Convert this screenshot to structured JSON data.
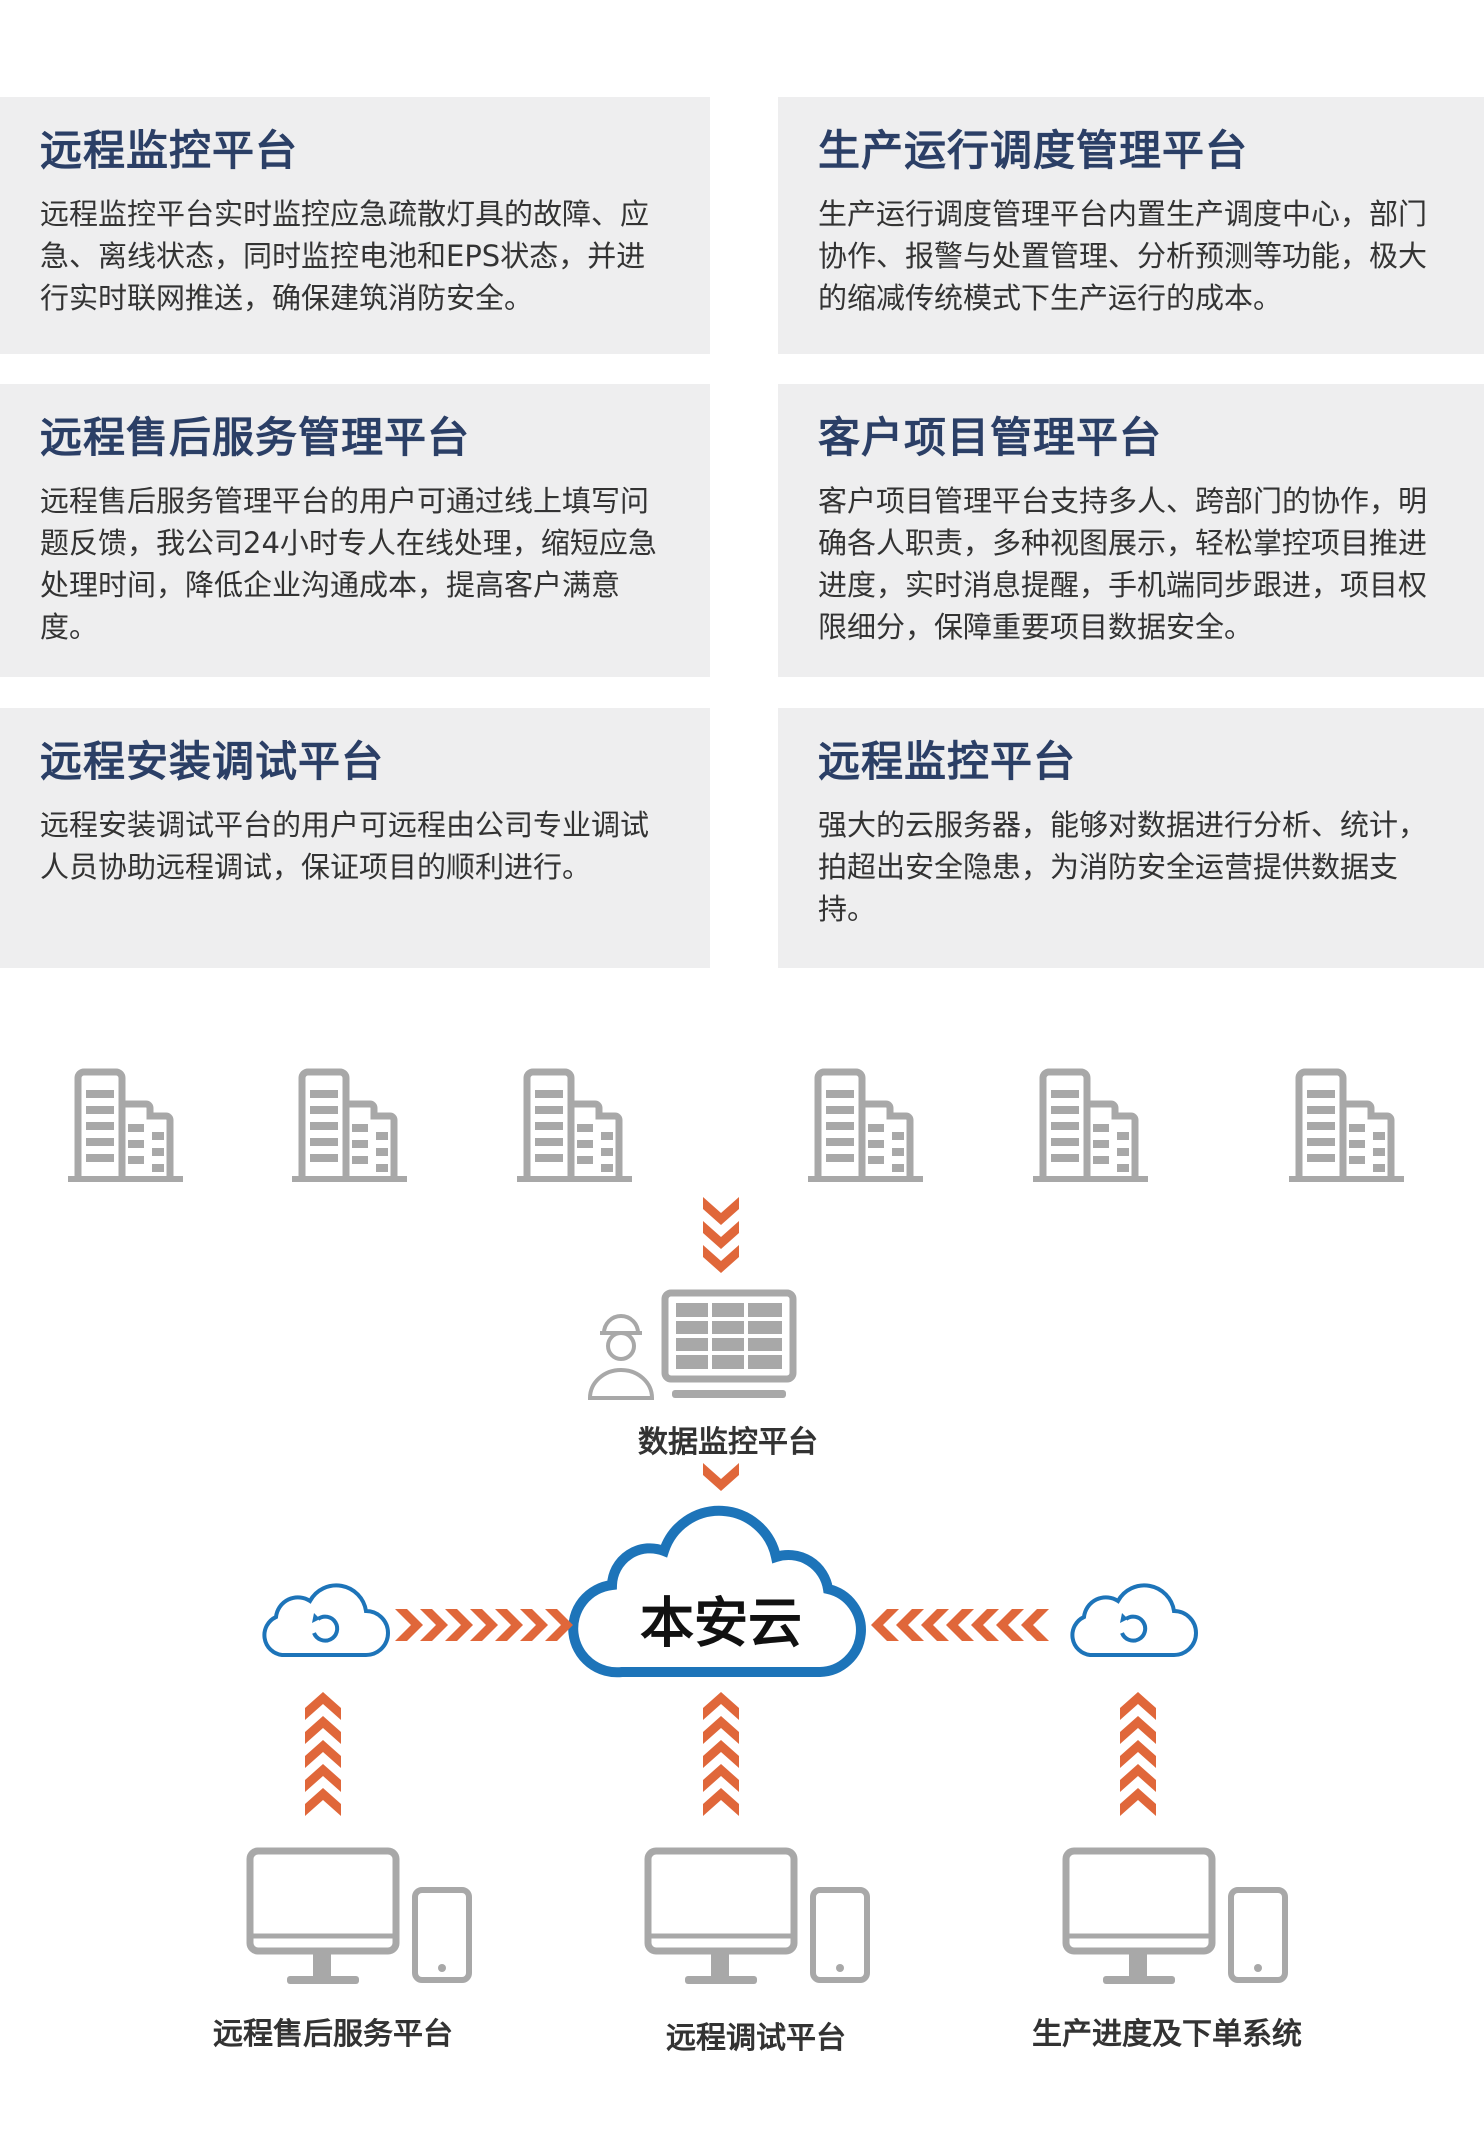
{
  "cards": [
    {
      "title": "远程监控平台",
      "body": "远程监控平台实时监控应急疏散灯具的故障、应急、离线状态，同时监控电池和EPS状态，并进行实时联网推送，确保建筑消防安全。"
    },
    {
      "title": "生产运行调度管理平台",
      "body": "生产运行调度管理平台内置生产调度中心，部门协作、报警与处置管理、分析预测等功能，极大的缩减传统模式下生产运行的成本。"
    },
    {
      "title": "远程售后服务管理平台",
      "body": "远程售后服务管理平台的用户可通过线上填写问题反馈，我公司24小时专人在线处理，缩短应急处理时间，降低企业沟通成本，提高客户满意度。"
    },
    {
      "title": "客户项目管理平台",
      "body": "客户项目管理平台支持多人、跨部门的协作，明确各人职责，多种视图展示，轻松掌控项目推进进度，实时消息提醒，手机端同步跟进，项目权限细分，保障重要项目数据安全。"
    },
    {
      "title": "远程安装调试平台",
      "body": "远程安装调试平台的用户可远程由公司专业调试人员协助远程调试，保证项目的顺利进行。"
    },
    {
      "title": "远程监控平台",
      "body": "强大的云服务器，能够对数据进行分析、统计，拍超出安全隐患，为消防安全运营提供数据支持。"
    }
  ],
  "diagram": {
    "monitor_label": "数据监控平台",
    "cloud_label": "本安云",
    "bottom_labels": [
      "远程售后服务平台",
      "远程调试平台",
      "生产进度及下单系统"
    ],
    "icons": {
      "building": "building-icon",
      "monitor": "monitor-grid-icon",
      "worker": "worker-helmet-icon",
      "cloud": "cloud-icon",
      "cloud_sync": "cloud-sync-icon",
      "desktop": "desktop-computer-icon",
      "phone": "mobile-phone-icon",
      "arrow": "chevron-arrows-icon"
    },
    "colors": {
      "card_bg": "#eeeeef",
      "title": "#2b3f66",
      "arrow": "#e0673a",
      "cloud": "#1d74b9",
      "icon_gray": "#a8a8a8"
    }
  }
}
